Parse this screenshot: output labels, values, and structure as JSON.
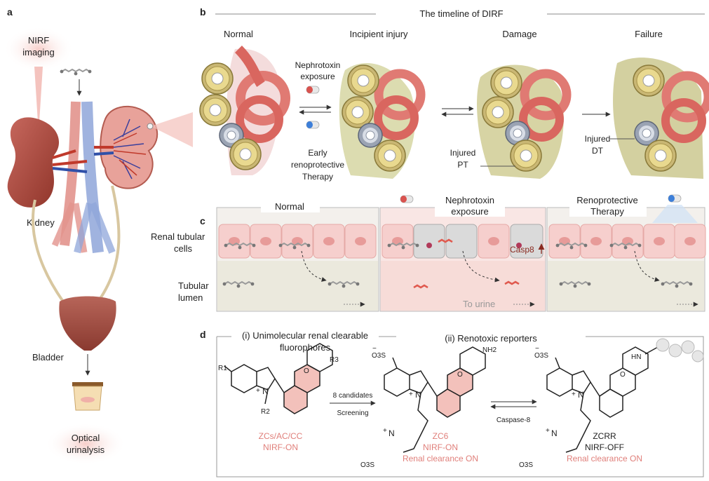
{
  "panel_a": {
    "letter": "a",
    "nirf_line1": "NIRF",
    "nirf_line2": "imaging",
    "kidney": "Kidney",
    "bladder": "Bladder",
    "optical_line1": "Optical",
    "optical_line2": "urinalysis"
  },
  "panel_b": {
    "letter": "b",
    "title": "The timeline of DIRF",
    "stages": [
      "Normal",
      "Incipient injury",
      "Damage",
      "Failure"
    ],
    "nephrotoxin_line1": "Nephrotoxin",
    "nephrotoxin_line2": "exposure",
    "early_line1": "Early",
    "early_line2": "renoprotective",
    "early_line3": "Therapy",
    "injured_pt_line1": "Injured",
    "injured_pt_line2": "PT",
    "injured_dt_line1": "Injured",
    "injured_dt_line2": "DT"
  },
  "panel_c": {
    "letter": "c",
    "normal": "Normal",
    "nephrotoxin_line1": "Nephrotoxin",
    "nephrotoxin_line2": "exposure",
    "reno_line1": "Renoprotective",
    "reno_line2": "Therapy",
    "renal_line1": "Renal tubular",
    "renal_line2": "cells",
    "tubular_line1": "Tubular",
    "tubular_line2": "lumen",
    "casp8": "Casp8",
    "to_urine": "To urine"
  },
  "panel_d": {
    "letter": "d",
    "section1_line1": "(i) Unimolecular renal clearable",
    "section1_line2": "fluorophores",
    "section2": "(ii) Renotoxic reporters",
    "arrow1_top": "8 candidates",
    "arrow1_bottom": "Screening",
    "arrow2_bottom": "Caspase-8",
    "mol1_caption1": "ZCs/AC/CC",
    "mol1_caption2": "NIRF-ON",
    "mol2_caption1": "ZC6",
    "mol2_caption2": "NIRF-ON",
    "mol2_caption3": "Renal clearance ON",
    "mol3_caption1": "ZCRR",
    "mol3_caption2": "NIRF-OFF",
    "mol3_caption3": "Renal clearance ON",
    "atoms": {
      "R1": "R1",
      "R2": "R2",
      "R3": "R3",
      "N": "N",
      "O": "O",
      "so3": "O3S",
      "nh2": "NH2",
      "hn": "HN",
      "s": "S",
      "plus": "+",
      "minus": "−"
    }
  }
}
